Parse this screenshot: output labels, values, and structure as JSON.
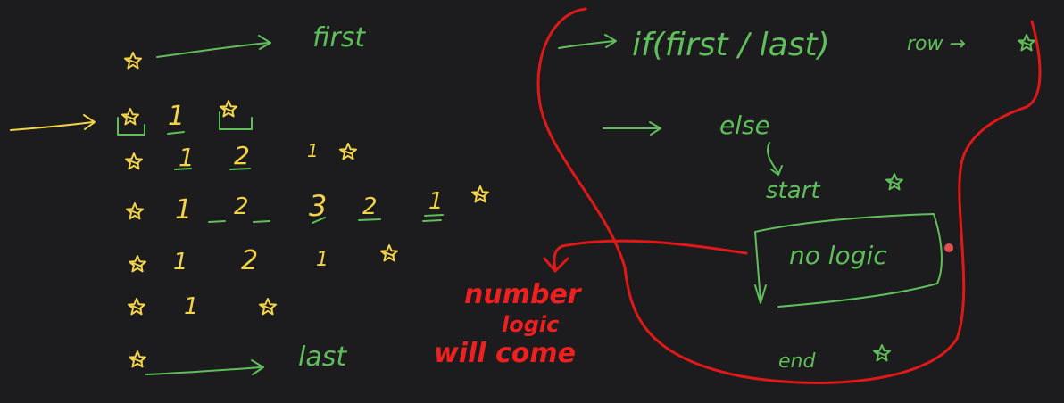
{
  "left": {
    "first_label": "first",
    "last_label": "last",
    "rows": [
      [
        "1"
      ],
      [
        "1",
        "2",
        "1"
      ],
      [
        "1",
        "2",
        "3",
        "2",
        "1"
      ],
      [
        "1",
        "2",
        "1"
      ],
      [
        "1"
      ]
    ]
  },
  "middle": {
    "note_line1": "number",
    "note_line2": "logic",
    "note_line3": "will come"
  },
  "right": {
    "condition": "if(first / last)",
    "row_label": "row →",
    "else_label": "else",
    "start_label": "start",
    "no_logic_label": "no logic",
    "end_label": "end"
  },
  "colors": {
    "background": "#1c1c1e",
    "green": "#5fbf5a",
    "yellow": "#f2d34a",
    "red": "#e01818"
  },
  "icons": [
    "star-icon",
    "arrow-right-icon"
  ]
}
